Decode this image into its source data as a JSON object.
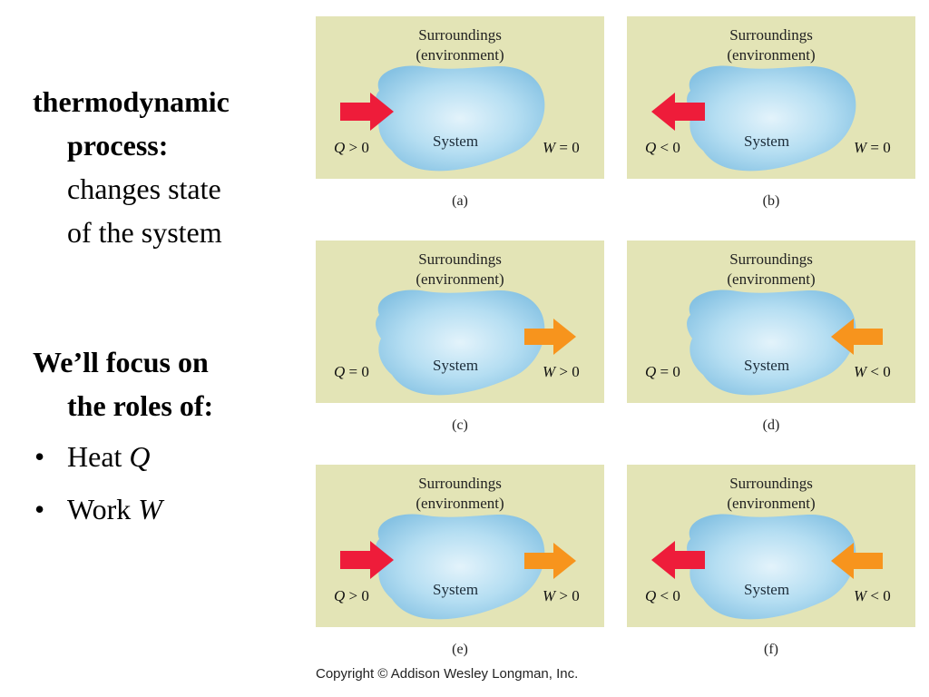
{
  "left_text": {
    "b1_title_line1": "thermodynamic",
    "b1_title_line2": "process:",
    "b1_desc_line1": "changes state",
    "b1_desc_line2": "of the system",
    "b2_line1": "We’ll focus on",
    "b2_line2": "the roles of:",
    "bullets": [
      {
        "word": "Heat",
        "symbol": "Q"
      },
      {
        "word": "Work",
        "symbol": "W"
      }
    ]
  },
  "panel_text": {
    "surroundings": "Surroundings",
    "environment": "(environment)",
    "system": "System"
  },
  "panels": [
    {
      "caption": "(a)",
      "q_sym": "Q",
      "q_rel": "> 0",
      "w_sym": "W",
      "w_rel": "= 0"
    },
    {
      "caption": "(b)",
      "q_sym": "Q",
      "q_rel": "< 0",
      "w_sym": "W",
      "w_rel": "= 0"
    },
    {
      "caption": "(c)",
      "q_sym": "Q",
      "q_rel": "= 0",
      "w_sym": "W",
      "w_rel": "> 0"
    },
    {
      "caption": "(d)",
      "q_sym": "Q",
      "q_rel": "= 0",
      "w_sym": "W",
      "w_rel": "< 0"
    },
    {
      "caption": "(e)",
      "q_sym": "Q",
      "q_rel": "> 0",
      "w_sym": "W",
      "w_rel": "> 0"
    },
    {
      "caption": "(f)",
      "q_sym": "Q",
      "q_rel": "< 0",
      "w_sym": "W",
      "w_rel": "< 0"
    }
  ],
  "copyright": "Copyright © Addison Wesley Longman, Inc.",
  "colors": {
    "panel_bg": "#e3e4b6",
    "system_blob": "#9ed2ec",
    "heat_arrow": "#ee1c3a",
    "work_arrow": "#f7941d"
  }
}
